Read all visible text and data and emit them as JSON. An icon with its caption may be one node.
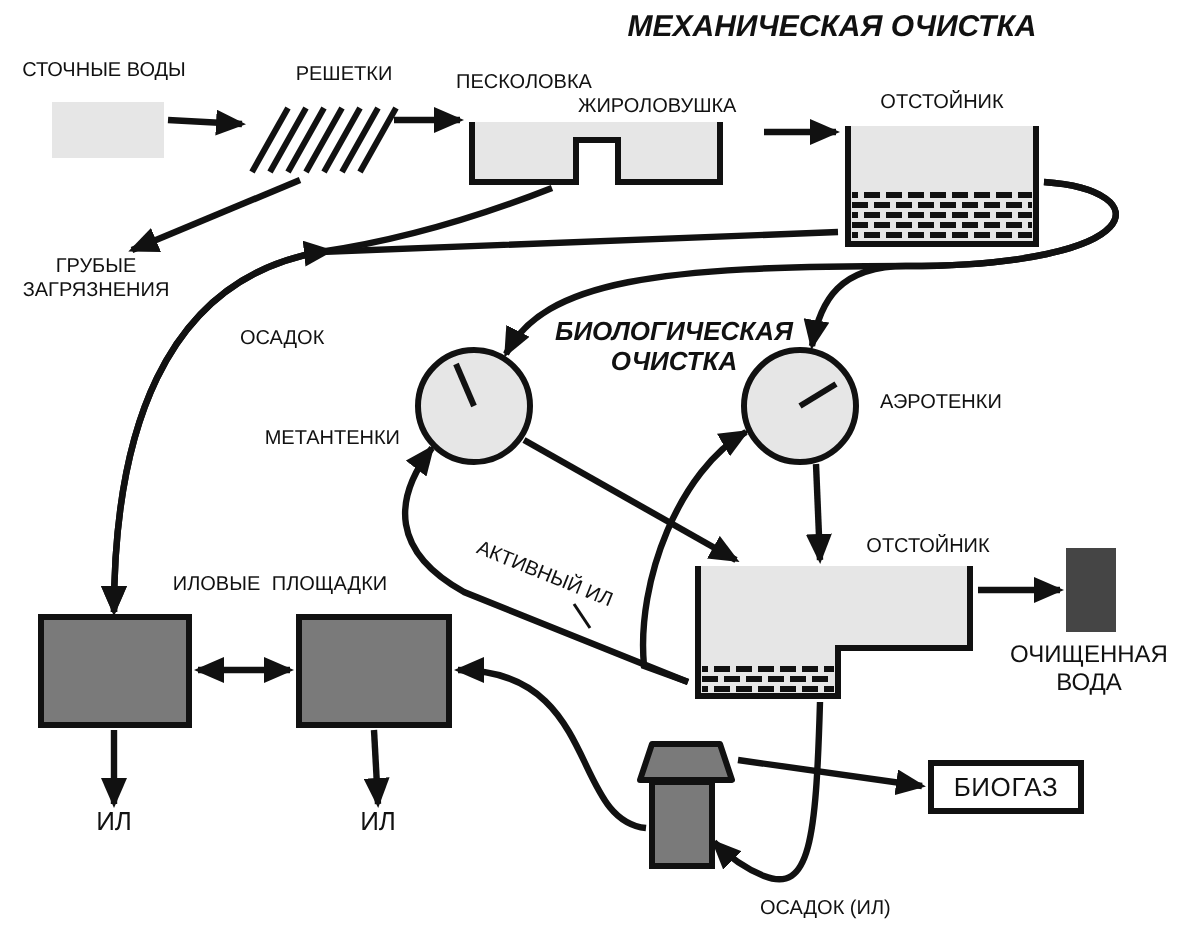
{
  "diagram": {
    "title": "МЕХАНИЧЕСКАЯ ОЧИСТКА",
    "nodes": [
      {
        "text": [
          "СТОЧНЫЕ ВОДЫ"
        ]
      },
      {
        "text": [
          "РЕШЕТКИ"
        ]
      },
      {
        "text": [
          "ПЕСКОЛОВКА",
          "ЖИРОЛОВУШКА"
        ]
      },
      {
        "text": [
          "ОТСТОЙНИК"
        ]
      },
      {
        "text": [
          "ГРУБЫЕ ЗАГРЯЗНЕНИЯ"
        ]
      },
      {
        "text": [
          "МЕТАНТЕНКИ"
        ]
      },
      {
        "text": [
          "АЭРОТЕНКИ"
        ]
      },
      {
        "text": [
          "ОТСТОЙНИК"
        ]
      },
      {
        "text": [
          "ОЧИЩЕННАЯ ВОДА"
        ]
      },
      {
        "text": [],
        "shape": "box"
      },
      {
        "text": [],
        "shape": "box"
      },
      {
        "text": [
          "ИЛ"
        ]
      },
      {
        "text": [
          "ИЛ"
        ]
      },
      {
        "text": [],
        "shape": "house"
      },
      {
        "text": [
          "БИОГАЗ"
        ]
      }
    ],
    "edges": [
      {
        "from": 0,
        "to": 1,
        "arrow": "to"
      },
      {
        "from": 1,
        "to": 2,
        "arrow": "to"
      },
      {
        "from": 2,
        "to": 3,
        "arrow": "to"
      },
      {
        "from": 1,
        "to": 4,
        "arrow": "to"
      },
      {
        "from": 2,
        "to": 9,
        "arrow": "to",
        "label": "ОСАДОК"
      },
      {
        "from": 3,
        "to": 9,
        "arrow": "to"
      },
      {
        "from": 3,
        "to": 5,
        "arrow": "to"
      },
      {
        "from": 3,
        "to": 6,
        "arrow": "to"
      },
      {
        "from": 5,
        "to": 7,
        "arrow": "to"
      },
      {
        "from": 6,
        "to": 7,
        "arrow": "to"
      },
      {
        "from": 7,
        "to": 8,
        "arrow": "to"
      },
      {
        "from": 7,
        "to": 5,
        "arrow": "to",
        "label": "АКТИВНЫЙ ИЛ"
      },
      {
        "from": 7,
        "to": 6,
        "arrow": "to"
      },
      {
        "from": 9,
        "to": 10,
        "arrow": "both"
      },
      {
        "from": 9,
        "to": 11,
        "arrow": "to"
      },
      {
        "from": 10,
        "to": 12,
        "arrow": "to"
      },
      {
        "from": 13,
        "to": 10,
        "arrow": "to"
      },
      {
        "from": 13,
        "to": 14,
        "arrow": "to"
      },
      {
        "from": 7,
        "to": 13,
        "arrow": "to",
        "label": "ОСАДОК (ИЛ)"
      }
    ],
    "labels": [
      "БИОЛОГИЧЕСКАЯ ОЧИСТКА",
      "ИЛОВЫЕ ПЛОЩАДКИ"
    ]
  }
}
